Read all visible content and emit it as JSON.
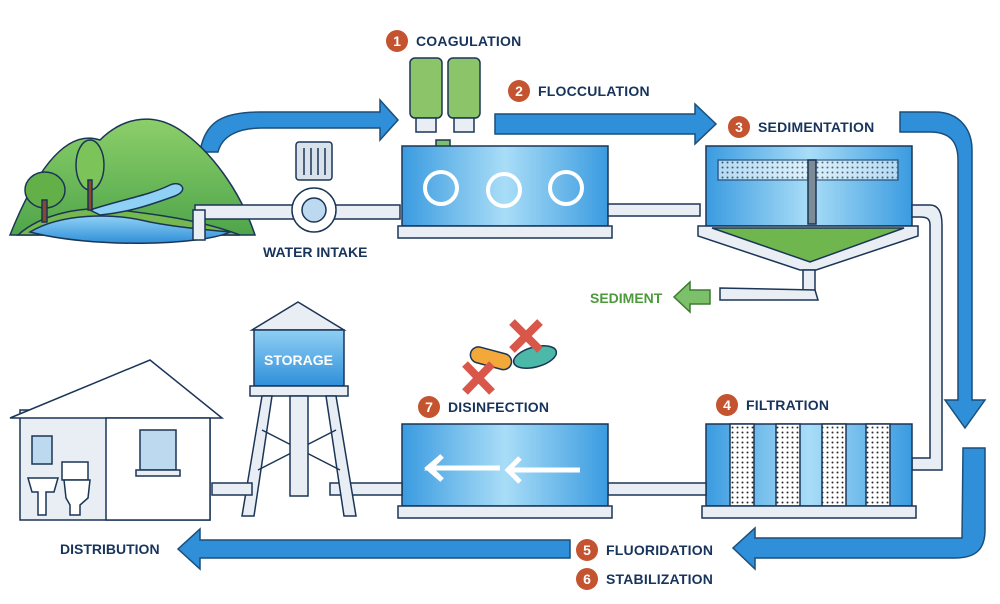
{
  "steps": [
    {
      "number": "1",
      "label": "COAGULATION"
    },
    {
      "number": "2",
      "label": "FLOCCULATION"
    },
    {
      "number": "3",
      "label": "SEDIMENTATION"
    },
    {
      "number": "4",
      "label": "FILTRATION"
    },
    {
      "number": "5",
      "label": "FLUORIDATION"
    },
    {
      "number": "6",
      "label": "STABILIZATION"
    },
    {
      "number": "7",
      "label": "DISINFECTION"
    }
  ],
  "labels": {
    "water_intake": "WATER INTAKE",
    "sediment": "SEDIMENT",
    "storage": "STORAGE",
    "distribution": "DISTRIBUTION"
  },
  "colors": {
    "badge": "#c4532f",
    "label_text": "#17345c",
    "flow_arrow": "#2f8fd8",
    "water": "#5fb6ea",
    "sediment": "#4c9a3c",
    "pipe": "#dfe7ef"
  }
}
